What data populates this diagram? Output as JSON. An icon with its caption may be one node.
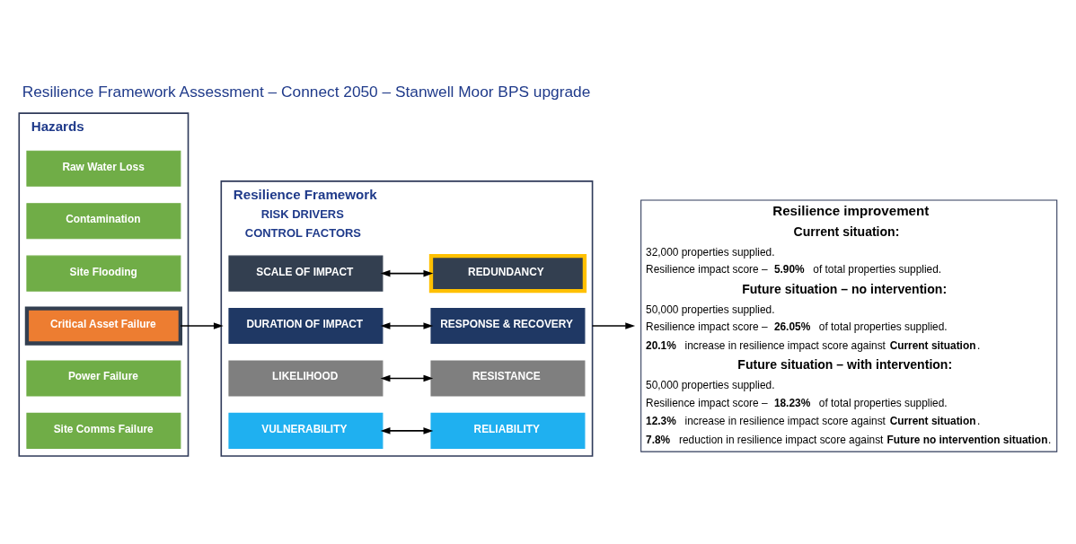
{
  "diagram": {
    "title": "Resilience Framework Assessment – Connect 2050 – Stanwell Moor BPS upgrade",
    "nodes": [
      {
        "text": [
          "Hazards"
        ]
      },
      {
        "text": [
          "Raw Water Loss"
        ],
        "in": 0
      },
      {
        "text": [
          "Contamination"
        ],
        "in": 0
      },
      {
        "text": [
          "Site Flooding"
        ],
        "in": 0
      },
      {
        "text": [
          "Critical Asset Failure"
        ],
        "in": 0
      },
      {
        "text": [
          "Power Failure"
        ],
        "in": 0
      },
      {
        "text": [
          "Site Comms Failure"
        ],
        "in": 0
      },
      {
        "text": [
          "Resilience Framework",
          "RISK DRIVERS",
          "CONTROL FACTORS"
        ]
      },
      {
        "text": [
          "SCALE OF IMPACT"
        ],
        "in": 7
      },
      {
        "text": [
          "REDUNDANCY"
        ],
        "in": 7
      },
      {
        "text": [
          "DURATION OF IMPACT"
        ],
        "in": 7
      },
      {
        "text": [
          "RESPONSE & RECOVERY"
        ],
        "in": 7
      },
      {
        "text": [
          "LIKELIHOOD"
        ],
        "in": 7
      },
      {
        "text": [
          "RESISTANCE"
        ],
        "in": 7
      },
      {
        "text": [
          "VULNERABILITY"
        ],
        "in": 7
      },
      {
        "text": [
          "RELIABILITY"
        ],
        "in": 7
      },
      {
        "text": [
          "Resilience improvement",
          "Current situation:",
          "32,000 properties supplied.",
          "Resilience impact score – **5.90%** of total properties supplied.",
          "Future situation – no intervention:",
          "50,000 properties supplied.",
          "Resilience impact score – **26.05%** of total properties supplied.",
          "**20.1%** increase in resilience impact score against **Current situation**.",
          "Future situation – with intervention:",
          "50,000 properties supplied.",
          "Resilience impact score – **18.23%** of total properties supplied.",
          "**12.3%** increase in resilience impact score against **Current situation**.",
          "**7.8%** reduction in resilience impact score against **Future no intervention situation**."
        ]
      }
    ],
    "edges": [
      {
        "from": 4,
        "to": 7,
        "arrow": "to"
      },
      {
        "from": 8,
        "to": 9,
        "arrow": "both"
      },
      {
        "from": 10,
        "to": 11,
        "arrow": "both"
      },
      {
        "from": 12,
        "to": 13,
        "arrow": "both"
      },
      {
        "from": 14,
        "to": 15,
        "arrow": "both"
      },
      {
        "from": 7,
        "to": 16,
        "arrow": "to"
      }
    ]
  }
}
